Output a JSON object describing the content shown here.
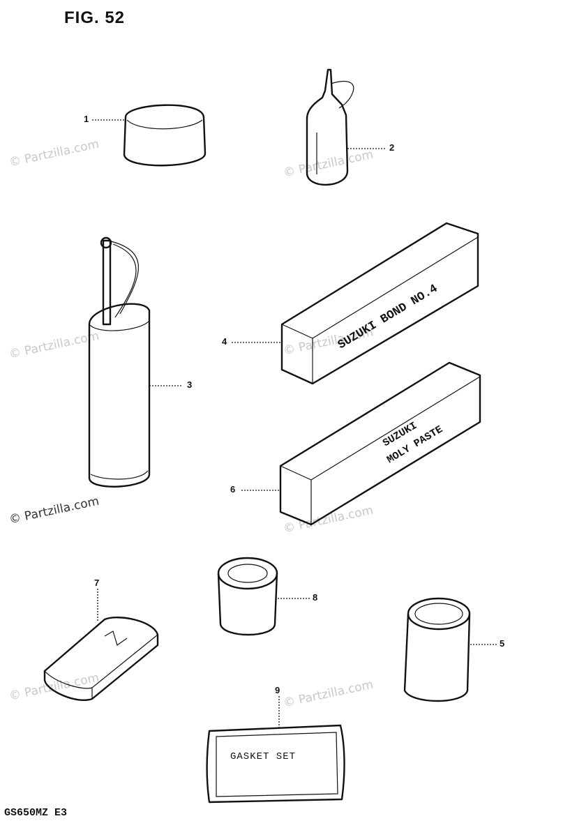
{
  "figure": {
    "title": "FIG. 52",
    "model_code": "GS650MZ  E3"
  },
  "watermark": {
    "text": "© Partzilla.com"
  },
  "callouts": [
    "1",
    "2",
    "3",
    "4",
    "5",
    "6",
    "7",
    "8",
    "9"
  ],
  "parts": {
    "bond_box_text": "SUZUKI BOND NO.4",
    "moly_box_text_1": "SUZUKI",
    "moly_box_text_2": "MOLY PASTE",
    "gasket_set_label": "GASKET SET"
  }
}
